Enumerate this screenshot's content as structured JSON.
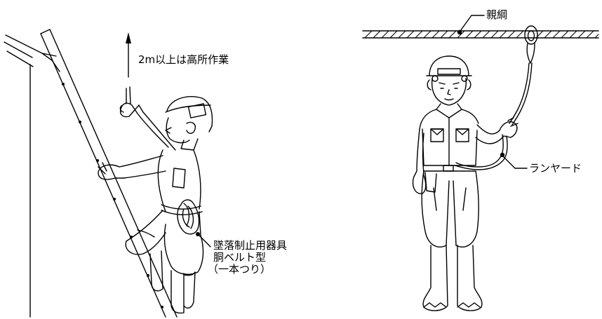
{
  "labels": {
    "height_rule": "2m以上は高所作業",
    "lifeline": "親綱",
    "lanyard": "ランヤード",
    "harness_line1": "墜落制止用器具",
    "harness_line2": "胴ベルト型",
    "harness_line3": "（一本つり）"
  },
  "colors": {
    "ink": "#000000",
    "paper": "#ffffff"
  }
}
